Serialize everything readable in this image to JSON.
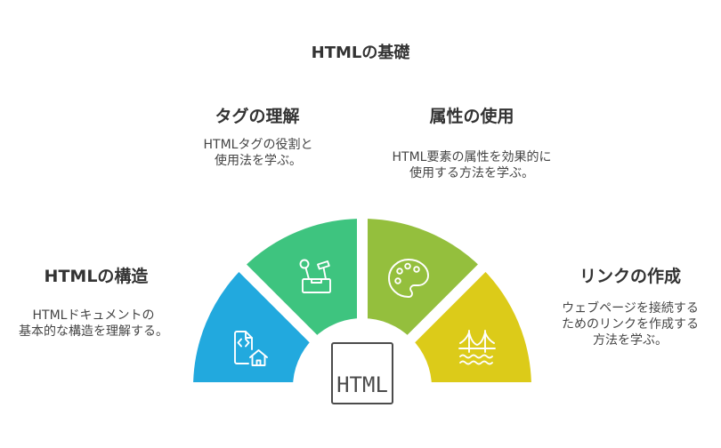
{
  "title": "HTMLの基礎",
  "center_label": "HTML",
  "sections": {
    "structure": {
      "title": "HTMLの構造",
      "desc": [
        "HTMLドキュメントの",
        "基本的な構造を理解する。"
      ],
      "color": "#22a9de",
      "icon": "file-code-home-icon"
    },
    "tags": {
      "title": "タグの理解",
      "desc": [
        "HTMLタグの役割と",
        "使用法を学ぶ。"
      ],
      "color": "#3ec47f",
      "icon": "toolbox-icon"
    },
    "attributes": {
      "title": "属性の使用",
      "desc": [
        "HTML要素の属性を効果的に",
        "使用する方法を学ぶ。"
      ],
      "color": "#94bf3d",
      "icon": "palette-icon"
    },
    "links": {
      "title": "リンクの作成",
      "desc": [
        "ウェブページを接続する",
        "ためのリンクを作成する",
        "方法を学ぶ。"
      ],
      "color": "#dccb19",
      "icon": "bridge-icon"
    }
  }
}
